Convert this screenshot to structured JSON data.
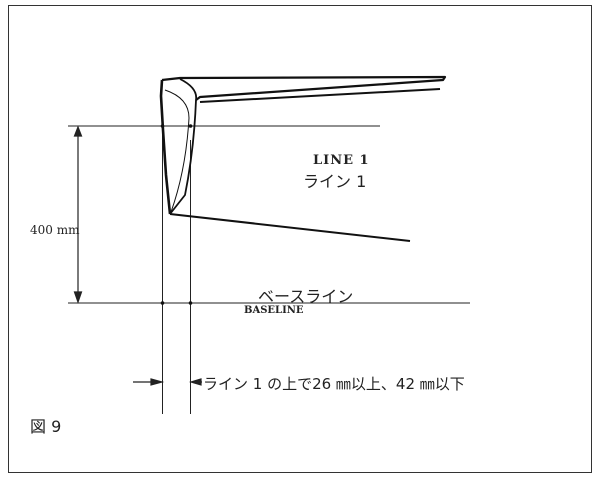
{
  "figure": {
    "label_line1_en": "LINE 1",
    "label_line1_ja": "ライン 1",
    "dimension_label": "400 mm",
    "baseline_ja": "ベースライン",
    "baseline_en": "BASELINE",
    "tolerance_note": "ライン 1 の上で26 ㎜以上、42 ㎜以下",
    "caption": "図 9"
  }
}
